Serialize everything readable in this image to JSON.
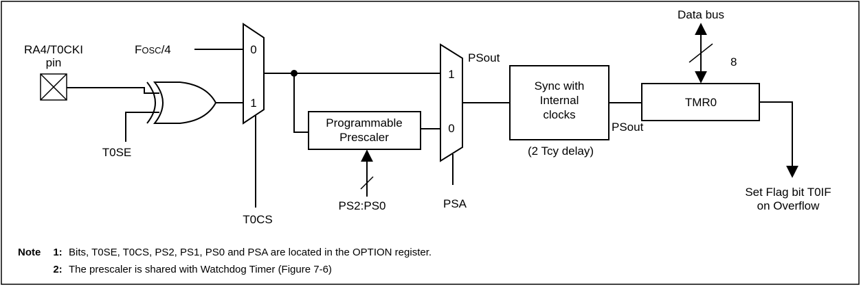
{
  "inputs": {
    "pin_line1": "RA4/T0CKI",
    "pin_line2": "pin",
    "fosc_big": "F",
    "fosc_small": "OSC",
    "fosc_tail": "/4",
    "t0se": "T0SE",
    "t0cs": "T0CS",
    "ps": "PS2:PS0",
    "psa": "PSA"
  },
  "mux1": {
    "in0": "0",
    "in1": "1"
  },
  "mux2": {
    "in1": "1",
    "in0": "0"
  },
  "prescaler": {
    "line1": "Programmable",
    "line2": "Prescaler"
  },
  "sync": {
    "line1": "Sync with",
    "line2": "Internal",
    "line3": "clocks",
    "delay": "(2 Tcy delay)"
  },
  "psout_top": "PSout",
  "psout_bottom": "PSout",
  "tmr0": "TMR0",
  "databus": {
    "label": "Data bus",
    "width": "8"
  },
  "flag": {
    "line1": "Set Flag bit T0IF",
    "line2": "on Overflow"
  },
  "notes": {
    "keyword": "Note",
    "items": [
      {
        "num": "1:",
        "text": "Bits, T0SE, T0CS, PS2, PS1, PS0 and PSA are located in the OPTION register."
      },
      {
        "num": "2:",
        "text": "The prescaler is shared with Watchdog Timer (Figure 7-6)"
      }
    ]
  },
  "colors": {
    "line": "#000000",
    "background": "#ffffff"
  }
}
